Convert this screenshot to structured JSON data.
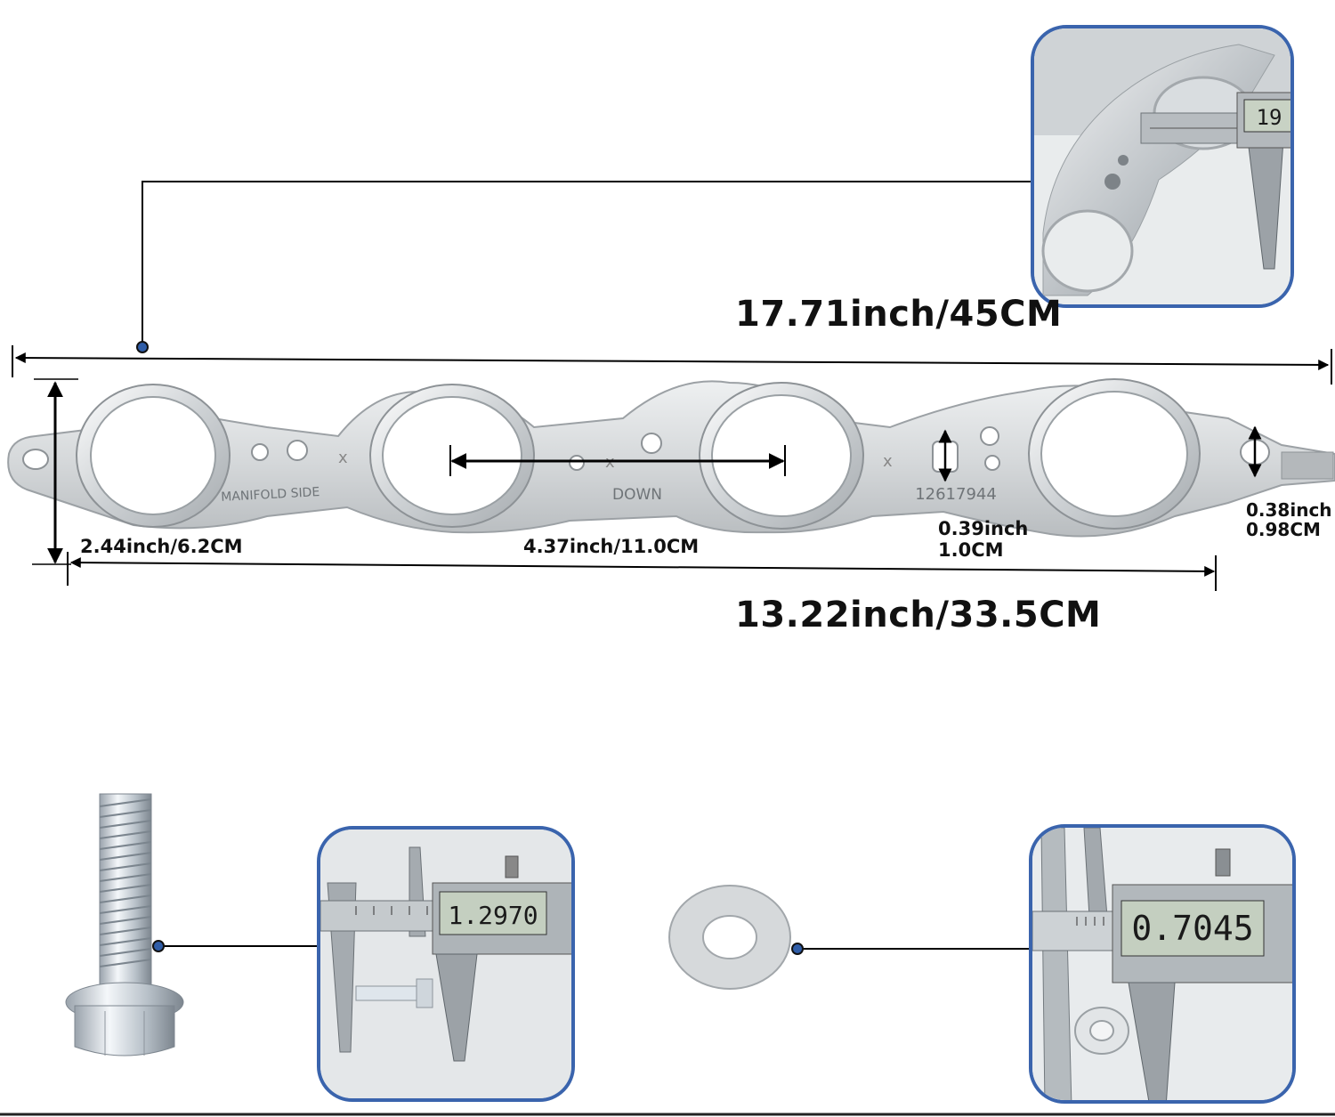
{
  "measurements": {
    "total_length": "17.71inch/45CM",
    "height": "2.44inch/6.2CM",
    "port_spacing": "4.37inch/11.0CM",
    "slot_height_inch": "0.39inch",
    "slot_height_cm": "1.0CM",
    "tab_hole_inch": "0.38inch",
    "tab_hole_cm": "0.98CM",
    "port_span": "13.22inch/33.5CM"
  },
  "gasket_labels": {
    "manifold_side": "MANIFOLD SIDE",
    "down": "DOWN",
    "part_number": "12617944"
  },
  "caliper_readings": {
    "bolt": "1.2970",
    "washer": "0.7045"
  },
  "colors": {
    "inset_border": "#3a64ad",
    "leader_dot": "#2f5da8",
    "gasket": "#d9dcde"
  }
}
